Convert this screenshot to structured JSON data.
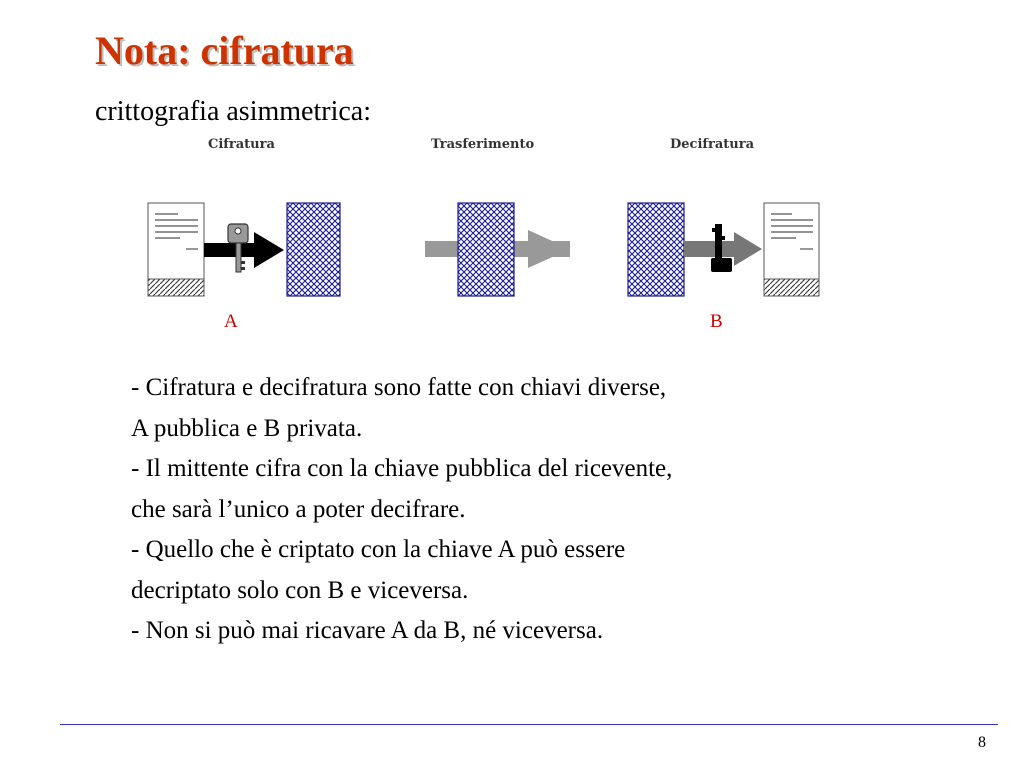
{
  "slide": {
    "title": "Nota: cifratura",
    "subtitle": "crittografia asimmetrica:",
    "page_number": "8"
  },
  "diagram": {
    "stages": [
      {
        "label": "Cifratura"
      },
      {
        "label": "Trasferimento"
      },
      {
        "label": "Decifratura"
      }
    ],
    "keys": {
      "a": "A",
      "b": "B"
    }
  },
  "bullets": [
    {
      "line1": "- Cifratura e decifratura sono fatte con chiavi diverse,",
      "line2": "A pubblica e B privata."
    },
    {
      "line1": "- Il mittente cifra con la chiave pubblica del ricevente,",
      "line2": "che sarà l’unico a poter decifrare."
    },
    {
      "line1": "- Quello che è criptato con la chiave A  può essere",
      "line2": "decriptato solo con B e viceversa."
    },
    {
      "line1": "- Non si può mai ricavare A da B, né viceversa."
    }
  ],
  "colors": {
    "title": "#cc3300",
    "key_label": "#cc0000",
    "cipher_pattern": "#1a1a8c",
    "footer_rule": "#3333cc"
  }
}
